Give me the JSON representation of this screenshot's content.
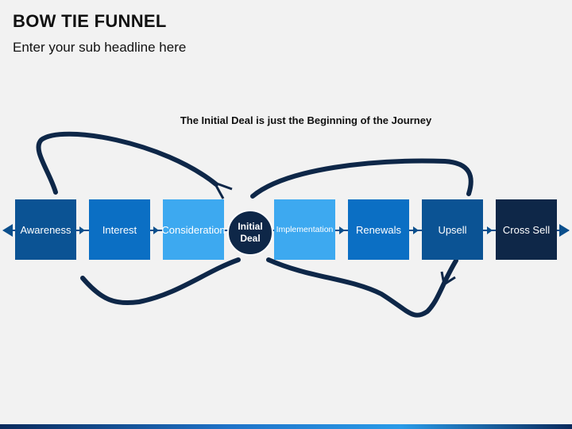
{
  "header": {
    "title": "BOW TIE FUNNEL",
    "subtitle": "Enter your sub headline here"
  },
  "caption": "The Initial Deal is just the Beginning of the Journey",
  "center": {
    "line1": "Initial",
    "line2": "Deal",
    "color": "#0e2748"
  },
  "stages": [
    {
      "label": "Awareness",
      "color": "#0b5394"
    },
    {
      "label": "Interest",
      "color": "#0b6fc4"
    },
    {
      "label": "Consideration",
      "color": "#3da9f0"
    },
    {
      "label": "Implementation",
      "color": "#3da9f0"
    },
    {
      "label": "Renewals",
      "color": "#0b6fc4"
    },
    {
      "label": "Upsell",
      "color": "#0b5394"
    },
    {
      "label": "Cross Sell",
      "color": "#0e2748"
    }
  ]
}
